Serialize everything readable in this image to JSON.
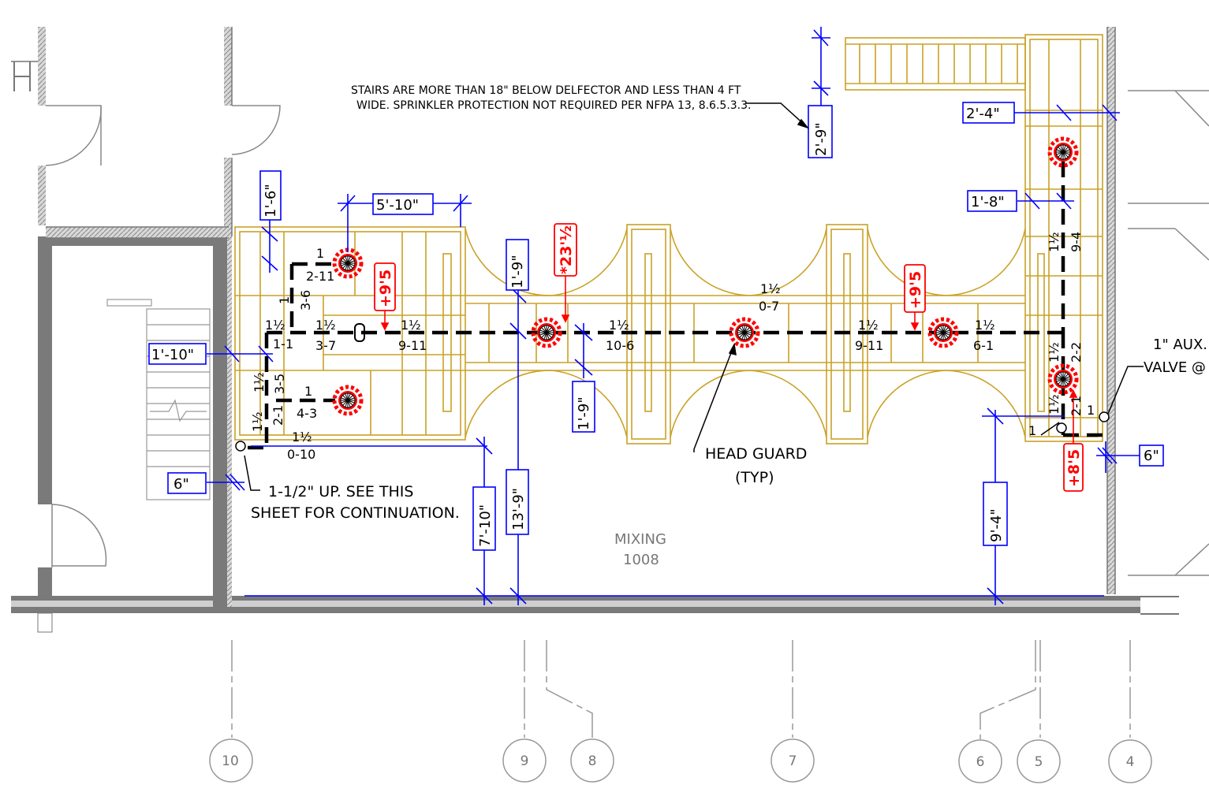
{
  "notes": {
    "stairs_line1": "STAIRS ARE MORE THAN 18\" BELOW DELFECTOR AND LESS THAN 4 FT",
    "stairs_line2": "WIDE. SPRINKLER PROTECTION NOT REQUIRED PER NFPA 13, 8.6.5.3.3.",
    "head_guard_1": "HEAD GUARD",
    "head_guard_2": "(TYP)",
    "riser_1": "1-1/2\" UP. SEE THIS",
    "riser_2": "SHEET FOR CONTINUATION.",
    "aux_1": "1\" AUX.",
    "aux_2": "VALVE @"
  },
  "room": {
    "name": "MIXING",
    "number": "1008"
  },
  "dimensions": {
    "d_2_9": "2'-9\"",
    "d_2_4": "2'-4\"",
    "d_1_8": "1'-8\"",
    "d_1_6": "1'-6\"",
    "d_5_10": "5'-10\"",
    "d_1_9_top": "1'-9\"",
    "d_1_10": "1'-10\"",
    "d_1_9_mid": "1'-9\"",
    "d_6_left": "6\"",
    "d_6_right": "6\"",
    "d_7_10": "7'-10\"",
    "d_13_9": "13'-9\"",
    "d_9_4": "9'-4\""
  },
  "elevations": {
    "e1": "+9'5",
    "e2": "*23'½",
    "e3": "+9'5",
    "e4": "+8'5"
  },
  "pipe_labels": {
    "p_1a": "1",
    "p_2_11": "2-11",
    "p_1b": "1",
    "p_3_6": "3-6",
    "p_1half_a": "1½",
    "p_1_1": "1-1",
    "p_1half_b": "1½",
    "p_3_7": "3-7",
    "p_1half_c": "1½",
    "p_9_11a": "9-11",
    "p_1half_d": "1½",
    "p_3_5": "3-5",
    "p_1c": "1",
    "p_4_3": "4-3",
    "p_1half_e": "1½",
    "p_2_1a": "2-1",
    "p_1half_f": "1½",
    "p_0_10": "0-10",
    "p_1half_g": "1½",
    "p_10_6": "10-6",
    "p_1half_h": "1½",
    "p_0_7": "0-7",
    "p_1half_i": "1½",
    "p_9_11b": "9-11",
    "p_1half_j": "1½",
    "p_6_1": "6-1",
    "p_1half_k": "1½",
    "p_9_4": "9-4",
    "p_1half_l": "1½",
    "p_2_2": "2-2",
    "p_1half_m": "1½",
    "p_2_1b": "2-1",
    "p_1d": "1",
    "p_1e": "1"
  },
  "grid_bubbles": [
    "10",
    "9",
    "8",
    "7",
    "6",
    "5",
    "4"
  ],
  "colors": {
    "structure": "#c9a227",
    "dimension": "#0000ff",
    "sprinkler": "#ff0000",
    "wall": "#808080",
    "pipe": "#000000"
  }
}
